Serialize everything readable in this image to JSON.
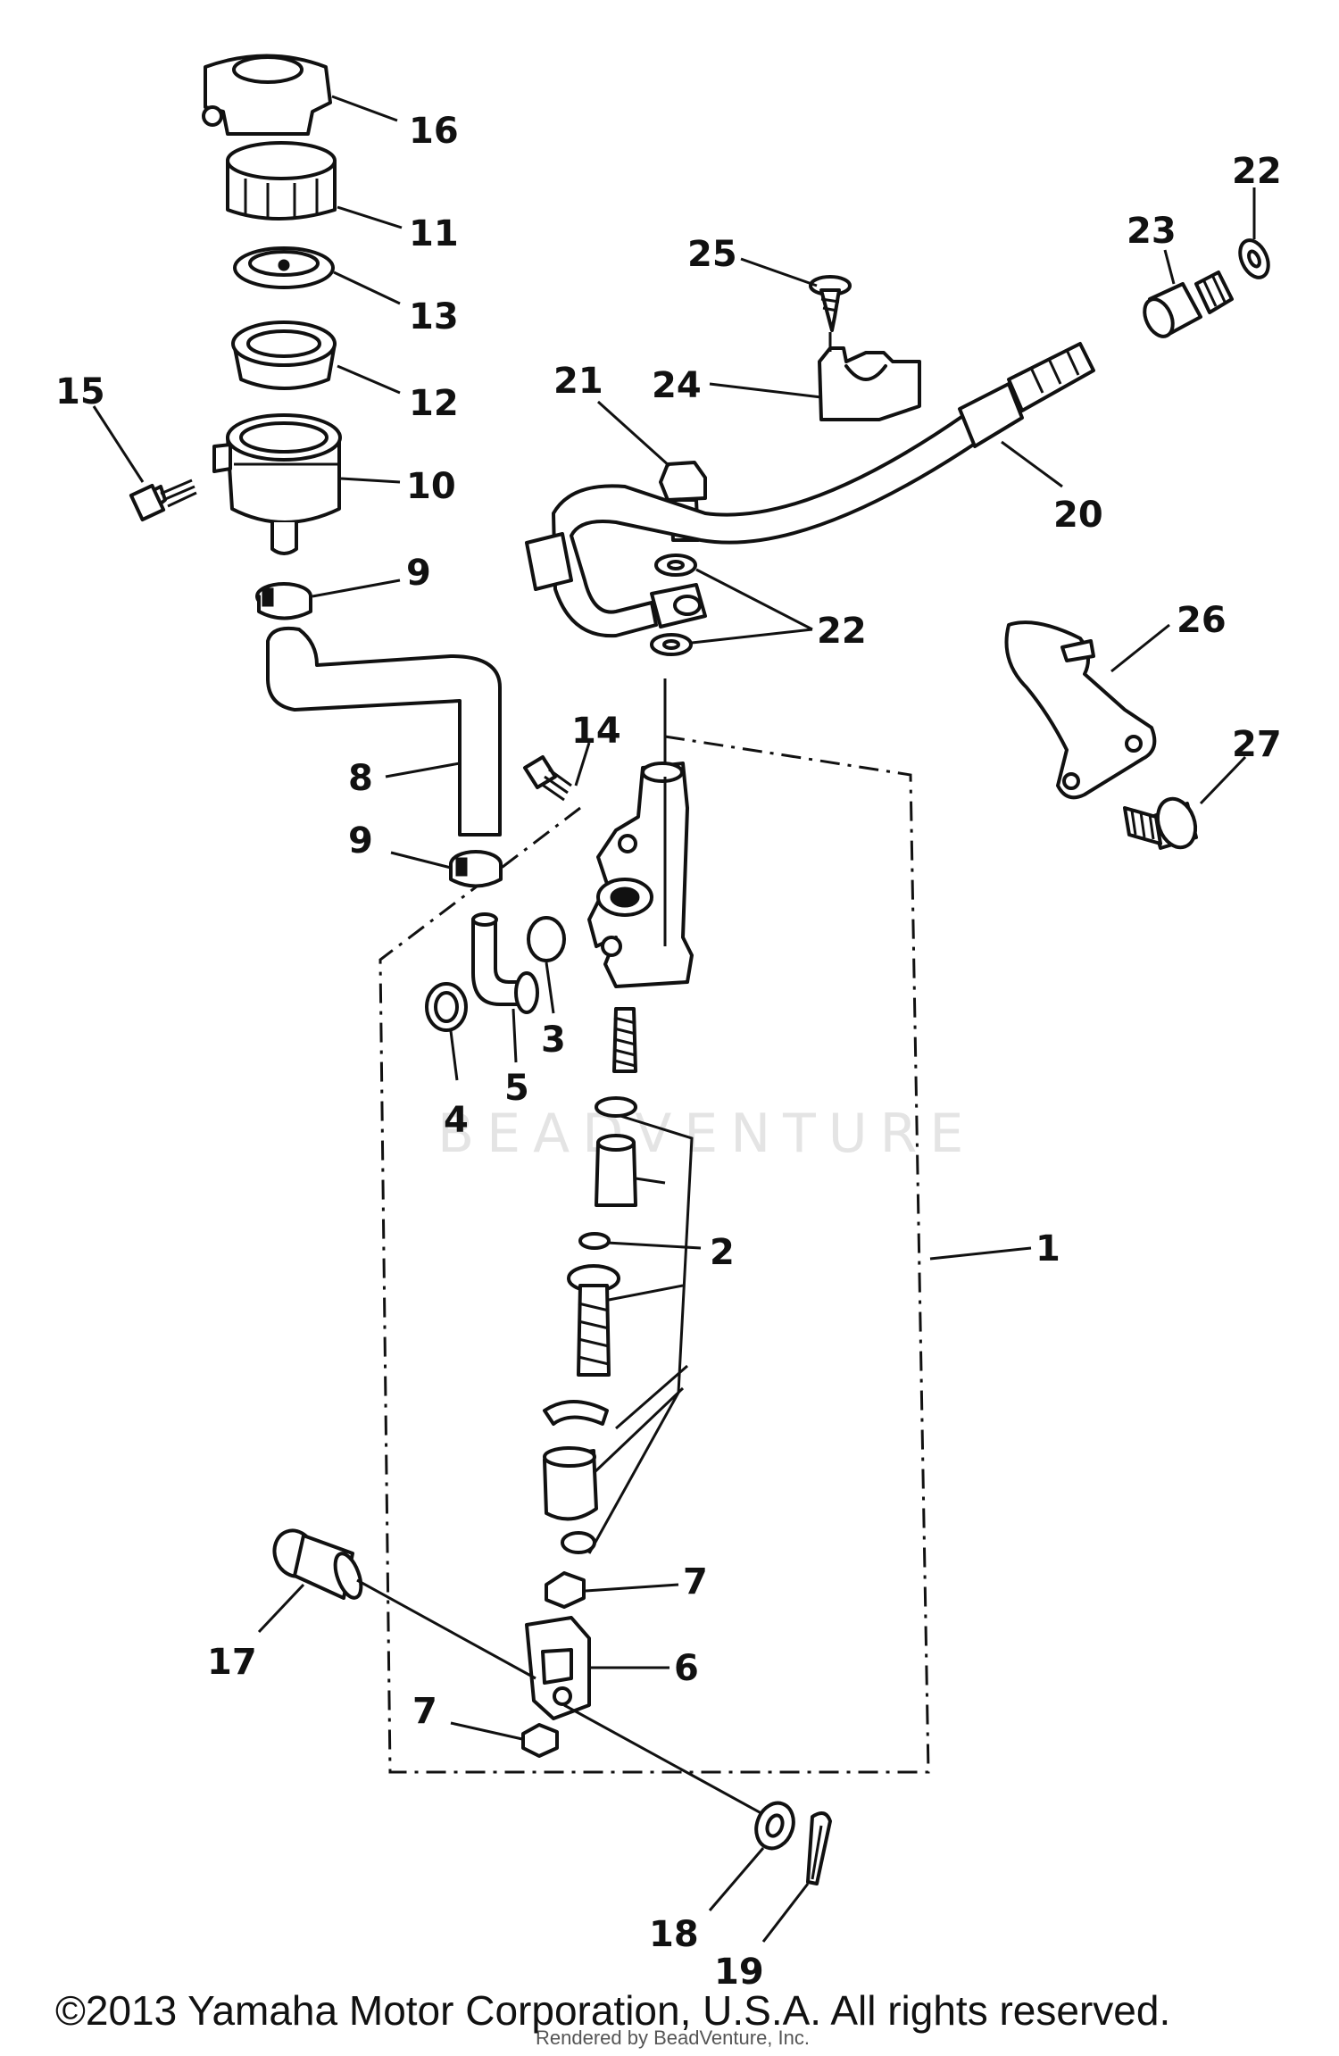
{
  "diagram": {
    "callouts": {
      "c1": "1",
      "c2": "2",
      "c3": "3",
      "c4": "4",
      "c5": "5",
      "c6": "6",
      "c7a": "7",
      "c7b": "7",
      "c8": "8",
      "c9a": "9",
      "c9b": "9",
      "c10": "10",
      "c11": "11",
      "c12": "12",
      "c13": "13",
      "c14": "14",
      "c15": "15",
      "c16": "16",
      "c17": "17",
      "c18": "18",
      "c19": "19",
      "c20": "20",
      "c21": "21",
      "c22a": "22",
      "c22b": "22",
      "c23": "23",
      "c24": "24",
      "c25": "25",
      "c26": "26",
      "c27": "27"
    },
    "watermark": "BEADVENTURE",
    "fine_print": "Rendered by BeadVenture, Inc."
  },
  "footer": {
    "copyright": "©2013 Yamaha Motor Corporation, U.S.A. All rights reserved."
  }
}
